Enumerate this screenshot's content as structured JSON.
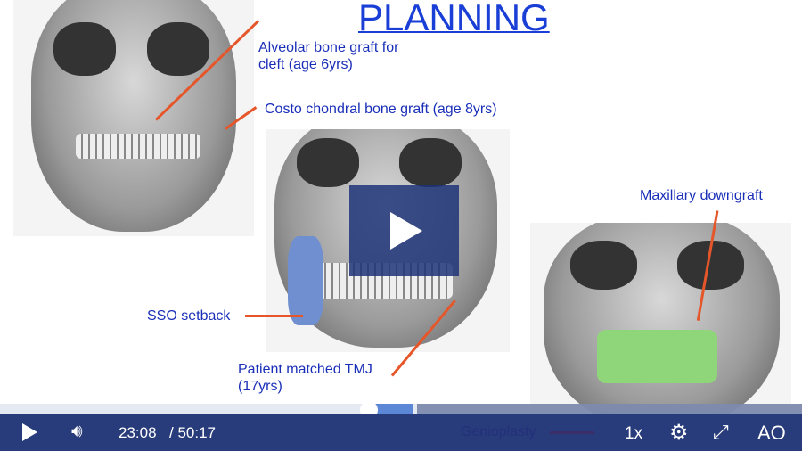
{
  "slide": {
    "title": "PLANNING",
    "labels": {
      "alveolar": "Alveolar bone graft for\ncleft (age 6yrs)",
      "costo": "Costo chondral bone graft (age 8yrs)",
      "maxillary": "Maxillary downgraft",
      "sso": "SSO setback",
      "tmj": "Patient matched TMJ\n(17yrs)",
      "genioplasty": "Genioplasty"
    }
  },
  "player": {
    "current_time": "23:08",
    "duration": "/ 50:17",
    "progress_percent": 46,
    "speed": "1x",
    "logo": "AO",
    "colors": {
      "bar": "#1c3073",
      "buffer": "#5c86d6",
      "annotation": "#1a2fb8",
      "arrow": "#e5562a"
    }
  }
}
